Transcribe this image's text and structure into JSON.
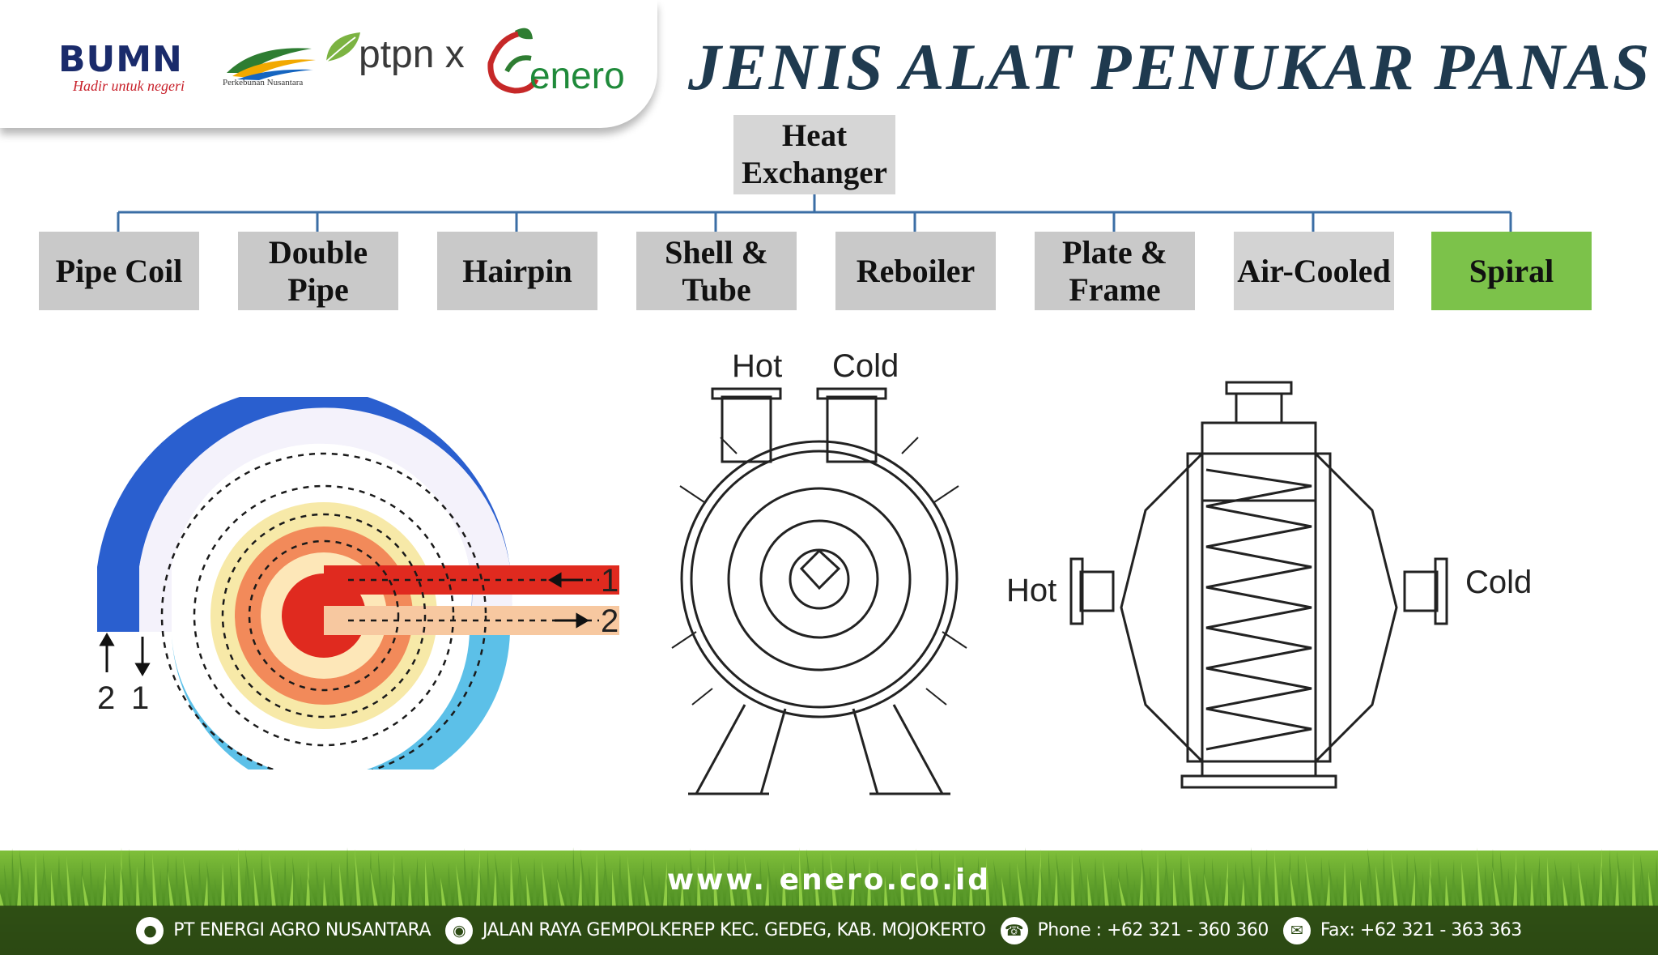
{
  "logos": {
    "bumn": "BUMN",
    "bumn_tagline": "Hadir untuk negeri",
    "nusantara": "Perkebunan Nusantara",
    "ptpn": "ptpn x",
    "enero": "enero"
  },
  "title": "JENIS ALAT PENUKAR PANAS",
  "diagram": {
    "root": "Heat Exchanger",
    "children": [
      {
        "label": "Pipe Coil"
      },
      {
        "label": "Double Pipe"
      },
      {
        "label": "Hairpin"
      },
      {
        "label": "Shell & Tube"
      },
      {
        "label": "Reboiler"
      },
      {
        "label": "Plate & Frame"
      },
      {
        "label": "Air-Cooled"
      },
      {
        "label": "Spiral",
        "highlighted": true
      }
    ]
  },
  "colors": {
    "box_default": "#c9c9c9",
    "box_highlight": "#7cc24a",
    "connector": "#3b6ea5",
    "title": "#1f3a4f"
  },
  "illustrations": {
    "spiral_flow": {
      "in_1": "1",
      "out_2": "2",
      "bottom_left": "2",
      "bottom_right": "1"
    },
    "front_view": {
      "hot": "Hot",
      "cold": "Cold"
    },
    "side_view": {
      "hot": "Hot",
      "cold": "Cold"
    }
  },
  "footer": {
    "website": "www. enero.co.id",
    "company": "PT ENERGI AGRO NUSANTARA",
    "address": "JALAN RAYA GEMPOLKEREP KEC. GEDEG, KAB. MOJOKERTO",
    "phone": "Phone : +62 321 - 360 360",
    "fax": "Fax: +62 321 - 363 363"
  }
}
